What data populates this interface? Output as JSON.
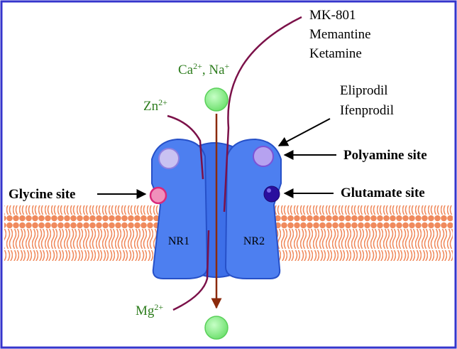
{
  "diagram": {
    "receptor_subunits": {
      "left": "NR1",
      "right": "NR2"
    },
    "ions": {
      "permeant_base_1": "Ca",
      "permeant_sup_1": "2+",
      "permeant_sep": ", ",
      "permeant_base_2": "Na",
      "permeant_sup_2": "+",
      "zinc_base": "Zn",
      "zinc_sup": "2+",
      "magnesium_base": "Mg",
      "magnesium_sup": "2+"
    },
    "channel_blockers": [
      "MK-801",
      "Memantine",
      "Ketamine"
    ],
    "polyamine_ligands": [
      "Eliprodil",
      "Ifenprodil"
    ],
    "sites": {
      "polyamine": "Polyamine site",
      "glycine": "Glycine site",
      "glutamate": "Glutamate site"
    },
    "colors": {
      "border": "#3535cc",
      "membrane": "#f08a5d",
      "receptor": "#3d6fe8",
      "receptor_dark": "#2650c8",
      "ion_sphere": "#8cf08c",
      "ion_text": "#2e7d1e",
      "ion_path": "#7b1149",
      "flow_arrow": "#8b2a0c",
      "polyamine_site": "#b6a2f0",
      "glycine_site": "#f090bb",
      "glutamate_site": "#2a0f9e"
    }
  }
}
